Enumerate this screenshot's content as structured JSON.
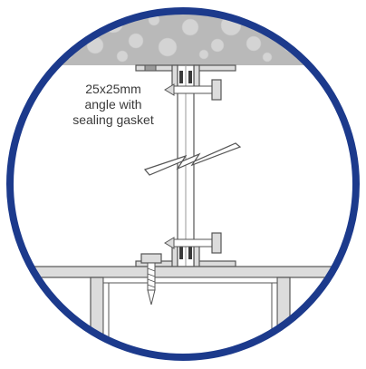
{
  "annotation": {
    "lines": [
      "25x25mm",
      "angle with",
      "sealing gasket"
    ]
  },
  "colors": {
    "frame": "#1c3a8c",
    "concrete": "#b9b9b9",
    "concrete_stones": "#d4d4d4",
    "steel_fill": "#dcdcdc",
    "outline": "#555555",
    "gasket": "#3a3a3a",
    "background": "#ffffff"
  }
}
